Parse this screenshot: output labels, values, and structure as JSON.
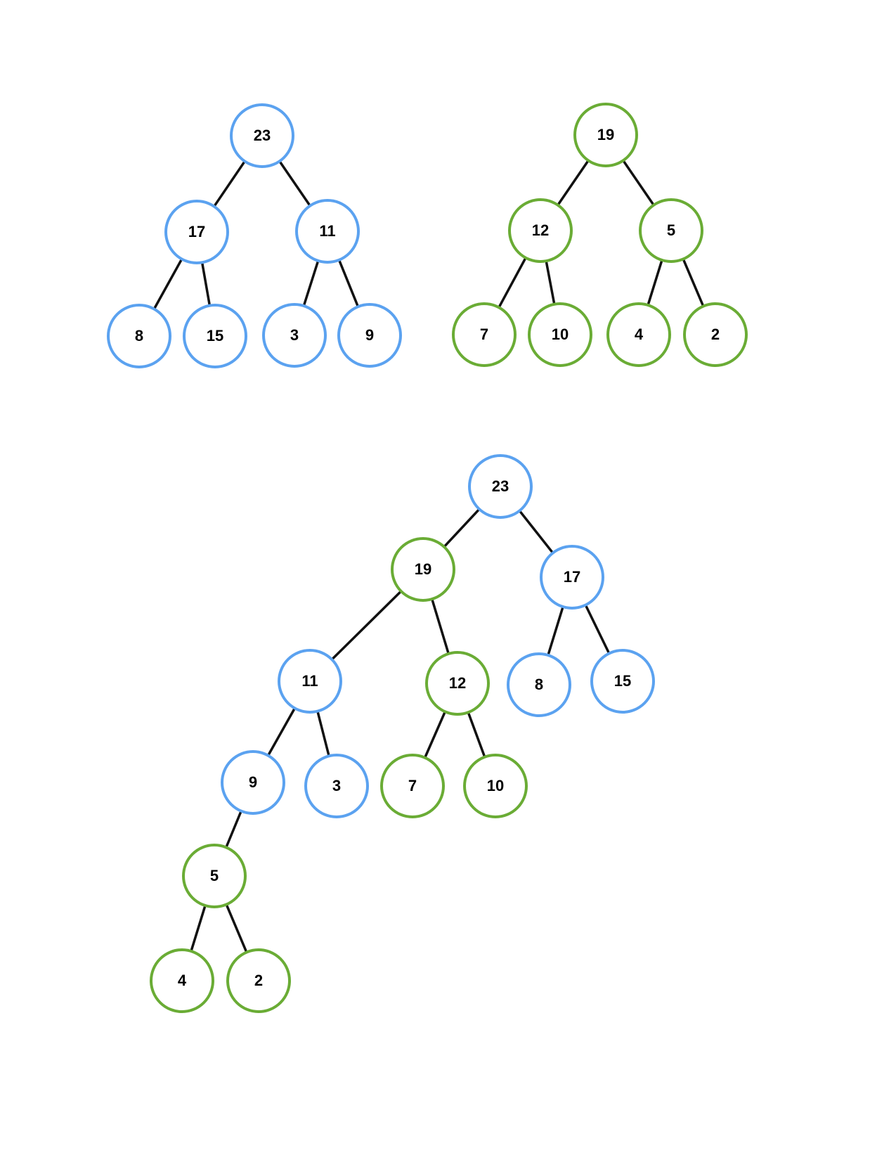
{
  "colors": {
    "blue": "#5ba2f0",
    "green": "#6aac35",
    "edge": "#111111"
  },
  "trees": [
    {
      "id": "heap-a",
      "nodes": [
        {
          "id": "a23",
          "label": "23",
          "color": "blue"
        },
        {
          "id": "a17",
          "label": "17",
          "color": "blue"
        },
        {
          "id": "a11",
          "label": "11",
          "color": "blue"
        },
        {
          "id": "a8",
          "label": "8",
          "color": "blue"
        },
        {
          "id": "a15",
          "label": "15",
          "color": "blue"
        },
        {
          "id": "a3",
          "label": "3",
          "color": "blue"
        },
        {
          "id": "a9",
          "label": "9",
          "color": "blue"
        }
      ],
      "edges": [
        [
          "a23",
          "a17"
        ],
        [
          "a23",
          "a11"
        ],
        [
          "a17",
          "a8"
        ],
        [
          "a17",
          "a15"
        ],
        [
          "a11",
          "a3"
        ],
        [
          "a11",
          "a9"
        ]
      ]
    },
    {
      "id": "heap-b",
      "nodes": [
        {
          "id": "b19",
          "label": "19",
          "color": "green"
        },
        {
          "id": "b12",
          "label": "12",
          "color": "green"
        },
        {
          "id": "b5",
          "label": "5",
          "color": "green"
        },
        {
          "id": "b7",
          "label": "7",
          "color": "green"
        },
        {
          "id": "b10",
          "label": "10",
          "color": "green"
        },
        {
          "id": "b4",
          "label": "4",
          "color": "green"
        },
        {
          "id": "b2",
          "label": "2",
          "color": "green"
        }
      ],
      "edges": [
        [
          "b19",
          "b12"
        ],
        [
          "b19",
          "b5"
        ],
        [
          "b12",
          "b7"
        ],
        [
          "b12",
          "b10"
        ],
        [
          "b5",
          "b4"
        ],
        [
          "b5",
          "b2"
        ]
      ]
    },
    {
      "id": "merged-heap",
      "nodes": [
        {
          "id": "m23",
          "label": "23",
          "color": "blue"
        },
        {
          "id": "m19",
          "label": "19",
          "color": "green"
        },
        {
          "id": "m17",
          "label": "17",
          "color": "blue"
        },
        {
          "id": "m11",
          "label": "11",
          "color": "blue"
        },
        {
          "id": "m12",
          "label": "12",
          "color": "green"
        },
        {
          "id": "m8",
          "label": "8",
          "color": "blue"
        },
        {
          "id": "m15",
          "label": "15",
          "color": "blue"
        },
        {
          "id": "m9",
          "label": "9",
          "color": "blue"
        },
        {
          "id": "m3",
          "label": "3",
          "color": "blue"
        },
        {
          "id": "m7",
          "label": "7",
          "color": "green"
        },
        {
          "id": "m10",
          "label": "10",
          "color": "green"
        },
        {
          "id": "m5",
          "label": "5",
          "color": "green"
        },
        {
          "id": "m4",
          "label": "4",
          "color": "green"
        },
        {
          "id": "m2",
          "label": "2",
          "color": "green"
        }
      ],
      "edges": [
        [
          "m23",
          "m19"
        ],
        [
          "m23",
          "m17"
        ],
        [
          "m19",
          "m11"
        ],
        [
          "m19",
          "m12"
        ],
        [
          "m17",
          "m8"
        ],
        [
          "m17",
          "m15"
        ],
        [
          "m11",
          "m9"
        ],
        [
          "m11",
          "m3"
        ],
        [
          "m12",
          "m7"
        ],
        [
          "m12",
          "m10"
        ],
        [
          "m9",
          "m5"
        ],
        [
          "m5",
          "m4"
        ],
        [
          "m5",
          "m2"
        ]
      ]
    }
  ]
}
